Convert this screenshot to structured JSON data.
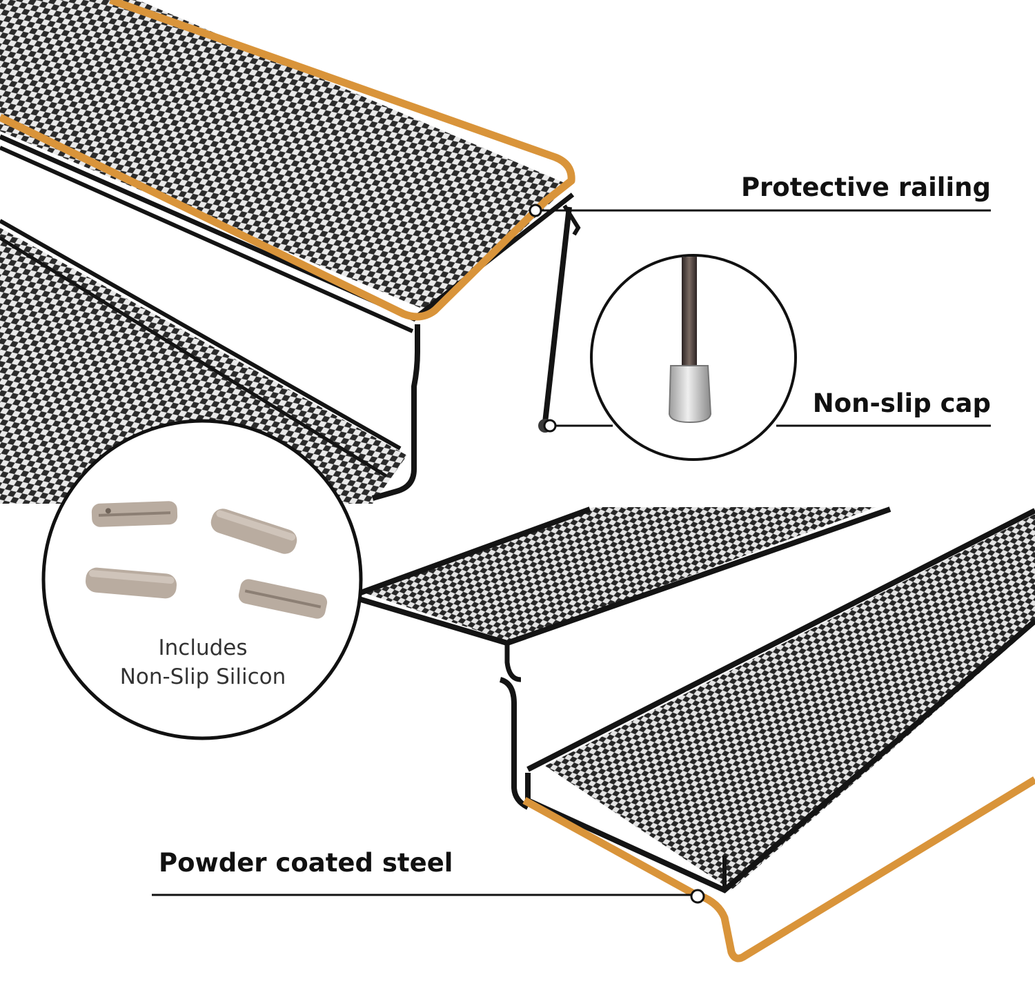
{
  "callouts": {
    "protective_railing": "Protective railing",
    "non_slip_cap": "Non-slip cap",
    "powder_coated_steel": "Powder coated steel"
  },
  "inset": {
    "line1": "Includes",
    "line2": "Non-Slip Silicon"
  },
  "colors": {
    "railing_highlight": "#d9943a",
    "frame": "#141414",
    "silicone_piece": "#b9aca0"
  }
}
